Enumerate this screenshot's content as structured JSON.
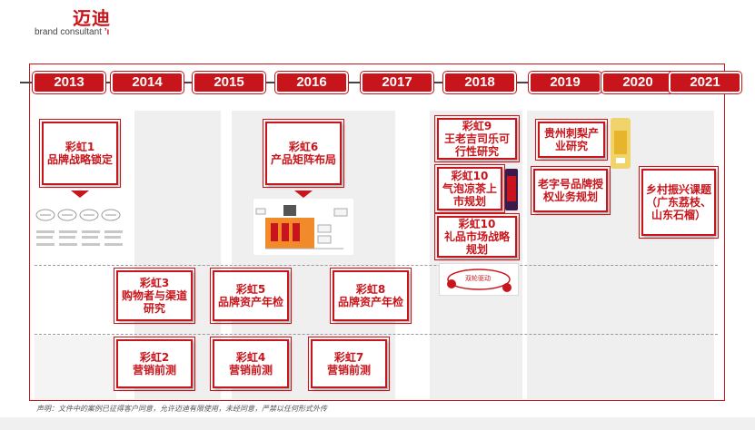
{
  "header": {
    "logo_cn": "迈迪",
    "logo_en": "brand consultant",
    "logo_mark": "’ı"
  },
  "timeline": {
    "years": [
      "2013",
      "2014",
      "2015",
      "2016",
      "2017",
      "2018",
      "2019",
      "2020",
      "2021"
    ]
  },
  "cards": {
    "rainbow1": "彩虹1\n品牌战略锁定",
    "rainbow6": "彩虹6\n产品矩阵布局",
    "rainbow9": "彩虹9\n王老吉司乐可行性研究",
    "rainbow10a": "彩虹10\n气泡凉茶上市规划",
    "rainbow10b": "彩虹10\n礼品市场战略规划",
    "guizhou": "贵州刺梨产业研究",
    "laozihao": "老字号品牌授权业务规划",
    "rural": "乡村振兴课题（广东荔枝、山东石榴）",
    "rainbow3": "彩虹3\n购物者与渠道研究",
    "rainbow5": "彩虹5\n品牌资产年检",
    "rainbow8": "彩虹8\n品牌资产年检",
    "rainbow2": "彩虹2\n营销前测",
    "rainbow4": "彩虹4\n营销前测",
    "rainbow7": "彩虹7\n营销前测"
  },
  "thumb_2018": {
    "badge": "双轮驱动"
  },
  "footnote": "声明：文件中的案例已征得客户同意，允许迈迪有限使用，未经同意，严禁以任何形式外传",
  "colors": {
    "brand_red": "#c8151b",
    "column_bg": "#efefef"
  }
}
